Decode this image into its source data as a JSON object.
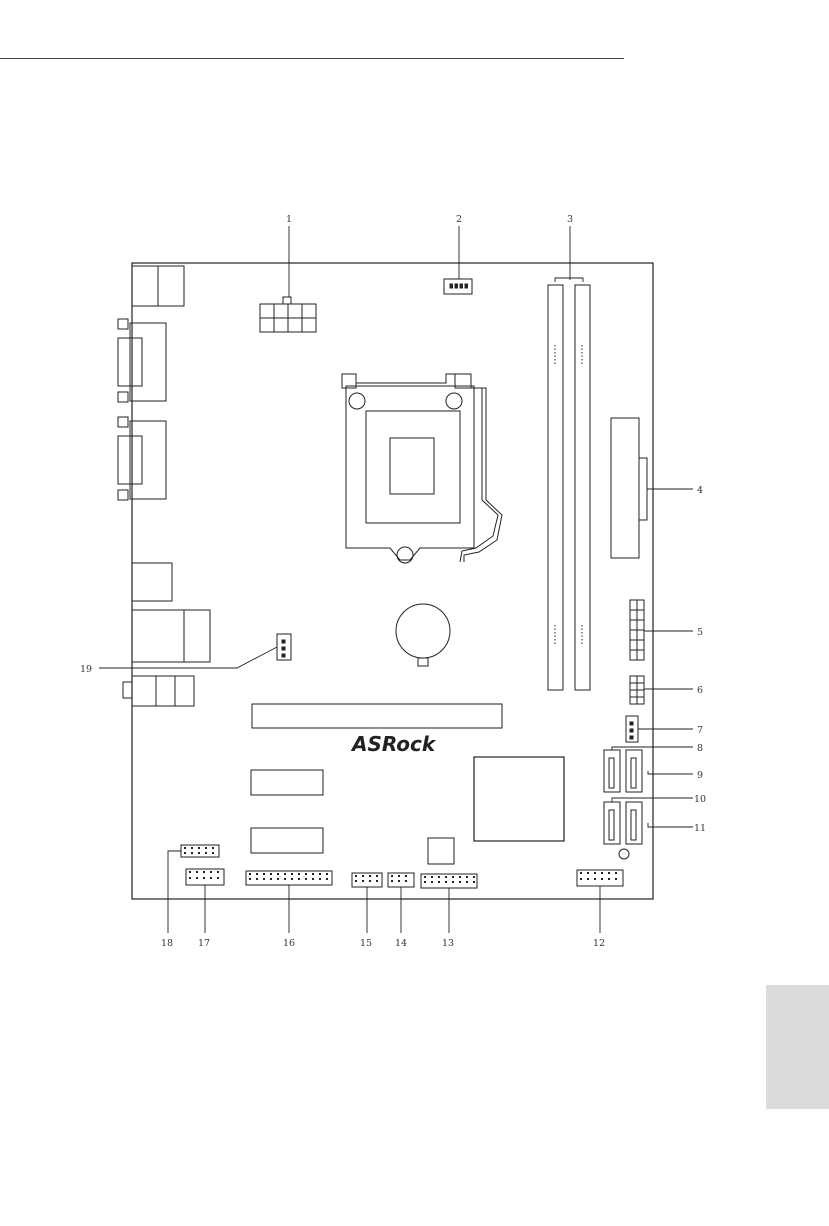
{
  "diagram": {
    "type": "motherboard-layout",
    "brand": "ASRock",
    "callouts": [
      {
        "id": "1",
        "label": "1"
      },
      {
        "id": "2",
        "label": "2"
      },
      {
        "id": "3",
        "label": "3"
      },
      {
        "id": "4",
        "label": "4"
      },
      {
        "id": "5",
        "label": "5"
      },
      {
        "id": "6",
        "label": "6"
      },
      {
        "id": "7",
        "label": "7"
      },
      {
        "id": "8",
        "label": "8"
      },
      {
        "id": "9",
        "label": "9"
      },
      {
        "id": "10",
        "label": "10"
      },
      {
        "id": "11",
        "label": "11"
      },
      {
        "id": "12",
        "label": "12"
      },
      {
        "id": "13",
        "label": "13"
      },
      {
        "id": "14",
        "label": "14"
      },
      {
        "id": "15",
        "label": "15"
      },
      {
        "id": "16",
        "label": "16"
      },
      {
        "id": "17",
        "label": "17"
      },
      {
        "id": "18",
        "label": "18"
      },
      {
        "id": "19",
        "label": "19"
      }
    ]
  },
  "colors": {
    "line": "#222222",
    "tab": "#dcdcdc",
    "brand": "#222222"
  }
}
